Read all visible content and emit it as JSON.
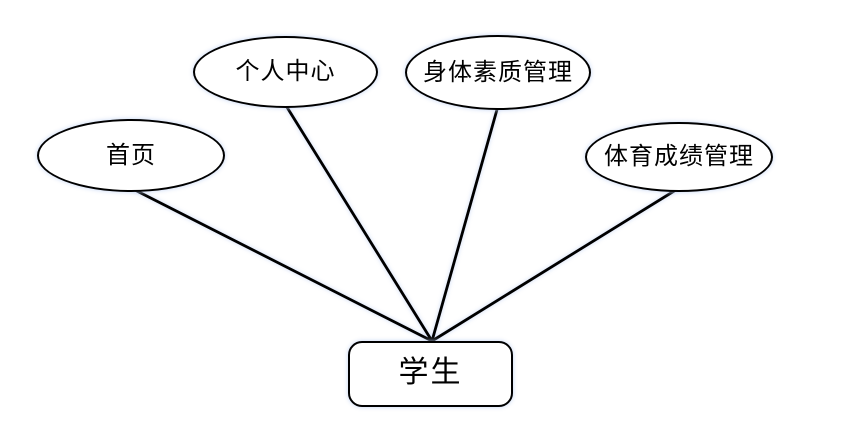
{
  "diagram": {
    "type": "use-case-diagram",
    "actor": {
      "label": "学生"
    },
    "use_cases": [
      {
        "id": "home",
        "label": "首页"
      },
      {
        "id": "personal",
        "label": "个人中心"
      },
      {
        "id": "fitness",
        "label": "身体素质管理"
      },
      {
        "id": "sports",
        "label": "体育成绩管理"
      }
    ],
    "connections": [
      {
        "from": "首页",
        "to": "学生"
      },
      {
        "from": "个人中心",
        "to": "学生"
      },
      {
        "from": "身体素质管理",
        "to": "学生"
      },
      {
        "from": "体育成绩管理",
        "to": "学生"
      }
    ],
    "colors": {
      "stroke": "#000000",
      "fill": "#ffffff",
      "background": "#ffffff",
      "halo": "#bed0f3"
    }
  }
}
